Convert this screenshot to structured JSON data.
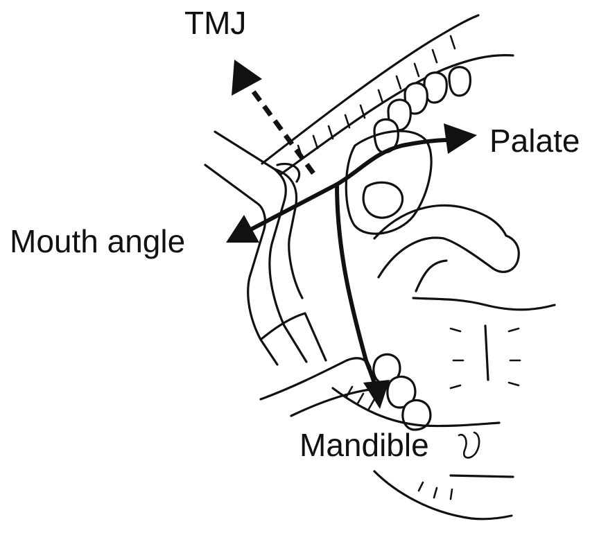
{
  "labels": {
    "tmj": "TMJ",
    "palate": "Palate",
    "mouth_angle": "Mouth angle",
    "mandible": "Mandible"
  },
  "colors": {
    "ink": "#111111",
    "background": "#ffffff"
  }
}
